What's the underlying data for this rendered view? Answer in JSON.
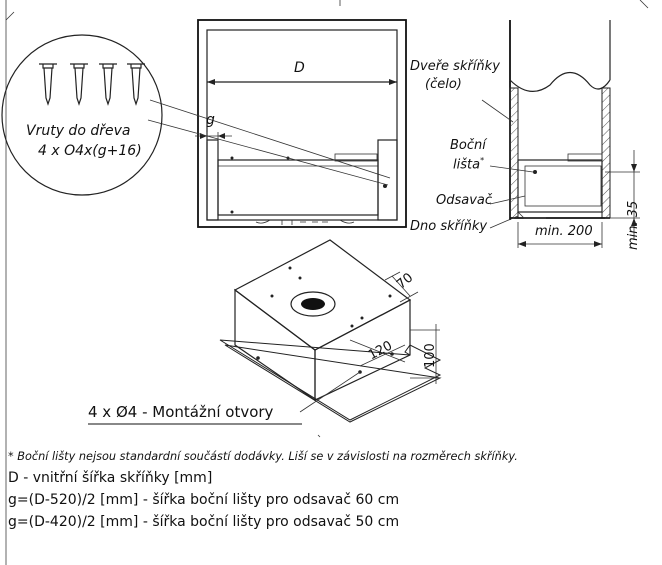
{
  "labels": {
    "screws_line1": "Vruty do dřeva",
    "screws_line2": "4 x O4x(g+16)",
    "dim_D": "D",
    "dim_g": "g",
    "door_line1": "Dveře skříňky",
    "door_line2": "(čelo)",
    "rail_line1": "Boční",
    "rail_line2": "lišta",
    "rail_star": "*",
    "hood": "Odsavač",
    "bottom": "Dno skříňky",
    "min200": "min. 200",
    "min35": "min. 35",
    "dim70": "70",
    "dim120": "120",
    "dim100": "100",
    "holes_count": "4 x Ø4",
    "holes_dash": " - ",
    "holes_text": "Montážní otvory"
  },
  "notes": {
    "footnote": "* Boční lišty nejsou standardní součástí dodávky. Liší se v závislosti na rozměrech skříňky.",
    "line1": "D - vnitřní šířka skříňky [mm]",
    "line2": "g=(D-520)/2 [mm] - šířka boční lišty pro odsavač 60 cm",
    "line3": "g=(D-420)/2 [mm] - šířka boční lišty pro odsavač 50 cm"
  },
  "colors": {
    "line": "#222222",
    "hatch": "#555555",
    "text": "#111111"
  }
}
